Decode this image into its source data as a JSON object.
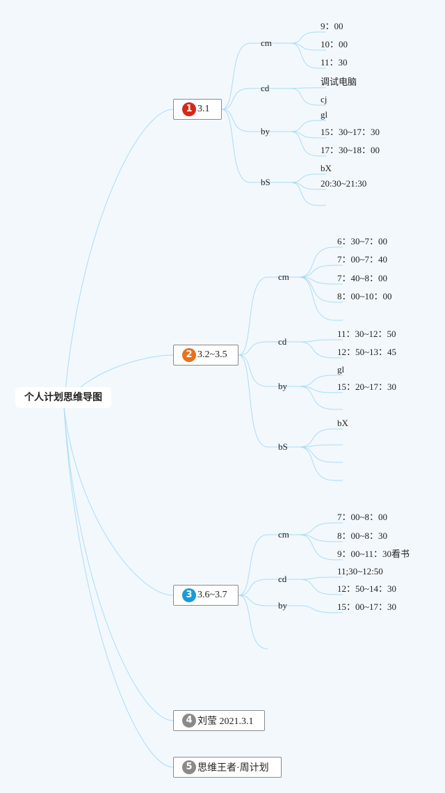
{
  "root": "个人计划思维导图",
  "colors": {
    "link": "#a9dcf4"
  },
  "topics": [
    {
      "id": "t1",
      "number": "1",
      "badge_color": "#d62718",
      "label": "3.1",
      "subtopics": [
        {
          "label": "cm",
          "items": [
            "9：00",
            "10：00",
            "11：30"
          ]
        },
        {
          "label": "cd",
          "items": [
            "调试电脑",
            "cj"
          ]
        },
        {
          "label": "by",
          "items": [
            "gl",
            "15：30~17：30",
            "17：30~18：00"
          ]
        },
        {
          "label": "bS",
          "items": [
            "bX",
            "20:30~21:30",
            ""
          ]
        }
      ]
    },
    {
      "id": "t2",
      "number": "2",
      "badge_color": "#e8711c",
      "label": "3.2~3.5",
      "subtopics": [
        {
          "label": "cm",
          "items": [
            "6：30~7：00",
            "7：00~7：40",
            "7：40~8：00",
            "8：00~10：00",
            ""
          ]
        },
        {
          "label": "cd",
          "items": [
            "11：30~12：50",
            "12：50~13：45"
          ]
        },
        {
          "label": "by",
          "items": [
            "gl",
            "15：20~17：30",
            ""
          ]
        },
        {
          "label": "bS",
          "items": [
            "bX",
            "",
            "",
            ""
          ]
        }
      ]
    },
    {
      "id": "t3",
      "number": "3",
      "badge_color": "#1b9ad8",
      "label": "3.6~3.7",
      "subtopics": [
        {
          "label": "cm",
          "items": [
            "7：00~8：00",
            "8：00~8：30",
            "9：00~11：30看书"
          ]
        },
        {
          "label": "cd",
          "items": [
            "11;30~12:50",
            "12：50~14：30"
          ]
        },
        {
          "label": "by",
          "items": [
            "15：00~17：30"
          ]
        },
        {
          "label": "",
          "items": []
        }
      ]
    },
    {
      "id": "t4",
      "number": "4",
      "badge_color": "#8a8a8a",
      "label": "刘莹 2021.3.1",
      "subtopics": []
    },
    {
      "id": "t5",
      "number": "5",
      "badge_color": "#8a8a8a",
      "label": "思维王者·周计划",
      "subtopics": []
    }
  ]
}
